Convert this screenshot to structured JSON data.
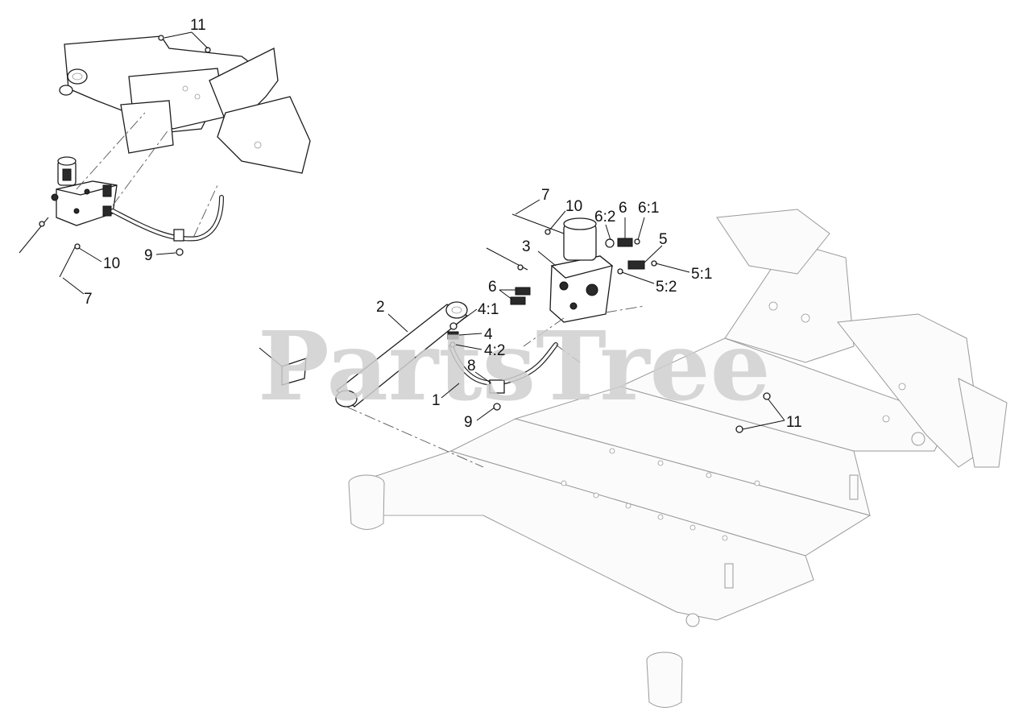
{
  "watermark": {
    "text": "PartsTree"
  },
  "callouts": {
    "inset_11": "11",
    "inset_10": "10",
    "inset_9": "9",
    "inset_7": "7",
    "main_7": "7",
    "main_10": "10",
    "main_6_2": "6:2",
    "main_6": "6",
    "main_6_1": "6:1",
    "main_5": "5",
    "main_5_1": "5:1",
    "main_5_2": "5:2",
    "main_3": "3",
    "main_6b": "6",
    "main_2": "2",
    "main_4_1": "4:1",
    "main_4": "4",
    "main_4_2": "4:2",
    "main_8": "8",
    "main_1": "1",
    "main_9": "9",
    "main_11": "11"
  },
  "colors": {
    "line": "#1c1c1c",
    "frame": "#9a9a9a",
    "watermark": "#cfcfcf"
  }
}
